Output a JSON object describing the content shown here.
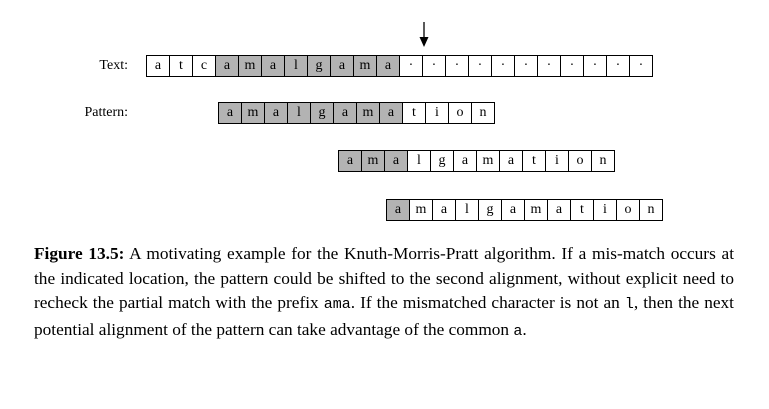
{
  "figure": {
    "text_label": "Text:",
    "pattern_label": "Pattern:",
    "text_row": [
      {
        "ch": "a",
        "shaded": false
      },
      {
        "ch": "t",
        "shaded": false
      },
      {
        "ch": "c",
        "shaded": false
      },
      {
        "ch": "a",
        "shaded": true
      },
      {
        "ch": "m",
        "shaded": true
      },
      {
        "ch": "a",
        "shaded": true
      },
      {
        "ch": "l",
        "shaded": true
      },
      {
        "ch": "g",
        "shaded": true
      },
      {
        "ch": "a",
        "shaded": true
      },
      {
        "ch": "m",
        "shaded": true
      },
      {
        "ch": "a",
        "shaded": true
      },
      {
        "ch": "·",
        "shaded": false
      },
      {
        "ch": "·",
        "shaded": false
      },
      {
        "ch": "·",
        "shaded": false
      },
      {
        "ch": "·",
        "shaded": false
      },
      {
        "ch": "·",
        "shaded": false
      },
      {
        "ch": "·",
        "shaded": false
      },
      {
        "ch": "·",
        "shaded": false
      },
      {
        "ch": "·",
        "shaded": false
      },
      {
        "ch": "·",
        "shaded": false
      },
      {
        "ch": "·",
        "shaded": false
      },
      {
        "ch": "·",
        "shaded": false
      }
    ],
    "pattern_rows": [
      [
        {
          "ch": "a",
          "shaded": true
        },
        {
          "ch": "m",
          "shaded": true
        },
        {
          "ch": "a",
          "shaded": true
        },
        {
          "ch": "l",
          "shaded": true
        },
        {
          "ch": "g",
          "shaded": true
        },
        {
          "ch": "a",
          "shaded": true
        },
        {
          "ch": "m",
          "shaded": true
        },
        {
          "ch": "a",
          "shaded": true
        },
        {
          "ch": "t",
          "shaded": false
        },
        {
          "ch": "i",
          "shaded": false
        },
        {
          "ch": "o",
          "shaded": false
        },
        {
          "ch": "n",
          "shaded": false
        }
      ],
      [
        {
          "ch": "a",
          "shaded": true
        },
        {
          "ch": "m",
          "shaded": true
        },
        {
          "ch": "a",
          "shaded": true
        },
        {
          "ch": "l",
          "shaded": false
        },
        {
          "ch": "g",
          "shaded": false
        },
        {
          "ch": "a",
          "shaded": false
        },
        {
          "ch": "m",
          "shaded": false
        },
        {
          "ch": "a",
          "shaded": false
        },
        {
          "ch": "t",
          "shaded": false
        },
        {
          "ch": "i",
          "shaded": false
        },
        {
          "ch": "o",
          "shaded": false
        },
        {
          "ch": "n",
          "shaded": false
        }
      ],
      [
        {
          "ch": "a",
          "shaded": true
        },
        {
          "ch": "m",
          "shaded": false
        },
        {
          "ch": "a",
          "shaded": false
        },
        {
          "ch": "l",
          "shaded": false
        },
        {
          "ch": "g",
          "shaded": false
        },
        {
          "ch": "a",
          "shaded": false
        },
        {
          "ch": "m",
          "shaded": false
        },
        {
          "ch": "a",
          "shaded": false
        },
        {
          "ch": "t",
          "shaded": false
        },
        {
          "ch": "i",
          "shaded": false
        },
        {
          "ch": "o",
          "shaded": false
        },
        {
          "ch": "n",
          "shaded": false
        }
      ]
    ],
    "shade_color": "#b3b3b3"
  },
  "caption": {
    "label": "Figure 13.5:",
    "part1": " A motivating example for the Knuth-Morris-Pratt algorithm. If a mis-match occurs at the indicated location, the pattern could be shifted to the second alignment, without explicit need to recheck the partial match with the prefix ",
    "code1": "ama",
    "part2": ". If the mismatched character is not an ",
    "code2": "l",
    "part3": ", then the next potential alignment of the pattern can take advantage of the common ",
    "code3": "a",
    "part4": "."
  }
}
